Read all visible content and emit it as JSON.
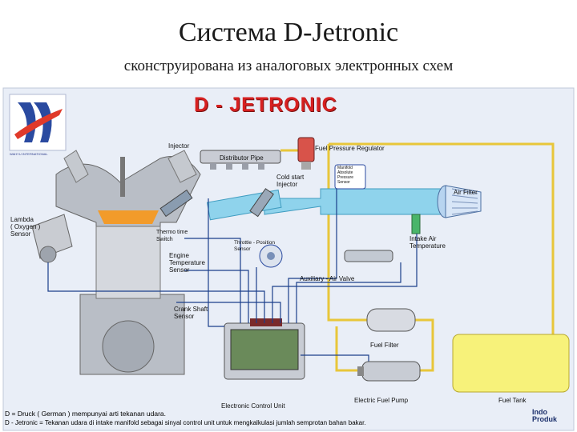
{
  "slide": {
    "title": "Система  D-Jetronic",
    "subtitle": "сконструирована из аналоговых электронных схем"
  },
  "diagram": {
    "banner": "D - JETRONIC",
    "logo_text": "WAHYU INTERNATIONAL",
    "labels": {
      "injector": "Injector",
      "distributor_pipe": "Distributor Pipe",
      "fuel_pressure_regulator": "Fuel Pressure Regulator",
      "cold_start_injector": "Cold start\nInjector",
      "manifold_sensor": "Manifold\nAbsolute\nPressure\nSensor",
      "air_filter": "Air Filter",
      "lambda_sensor": "Lambda\n( Oxygen )\nSensor",
      "thermo_time_switch": "Thermo time\nSwitch",
      "engine_temp_sensor": "Engine\nTemperature\nSensor",
      "throttle_position_sensor": "Throttle - Position\nSensor",
      "intake_air_temp": "Intake Air\nTemperature",
      "auxiliary_air_valve": "Auxiliary - Air  Valve",
      "crank_shaft_sensor": "Crank Shaft\nSensor",
      "fuel_filter": "Fuel Filter",
      "electric_fuel_pump": "Electric Fuel Pump",
      "fuel_tank": "Fuel Tank",
      "ecu": "Electronic Control Unit"
    },
    "footer_line1": "D = Druck ( German ) mempunyai arti tekanan udara.",
    "footer_line2": "D - Jetronic = Tekanan udara di intake manifold sebagai sinyal control unit untuk mengkalkulasi jumlah semprotan bahan bakar.",
    "watermark": "Indo\nProduk"
  },
  "colors": {
    "background_panel": "#e9eef7",
    "fuel_line": "#e8c63a",
    "pipe": "#5ab8d8",
    "wire": "#1b3f8a",
    "banner": "#d62020",
    "tank": "#f7f27a"
  }
}
